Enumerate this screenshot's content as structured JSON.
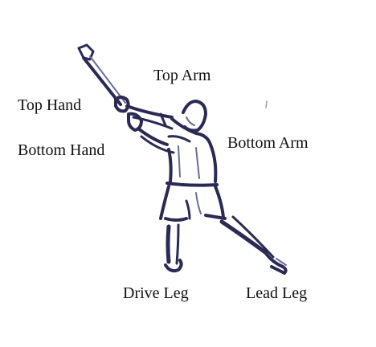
{
  "labels": {
    "top_arm": "Top Arm",
    "top_hand": "Top Hand",
    "bottom_hand": "Bottom Hand",
    "bottom_arm": "Bottom Arm",
    "drive_leg": "Drive Leg",
    "lead_leg": "Lead Leg"
  },
  "colors": {
    "ink": "#2a2a55",
    "ink_light": "#6a6a9a",
    "text": "#111111",
    "background": "#ffffff"
  }
}
